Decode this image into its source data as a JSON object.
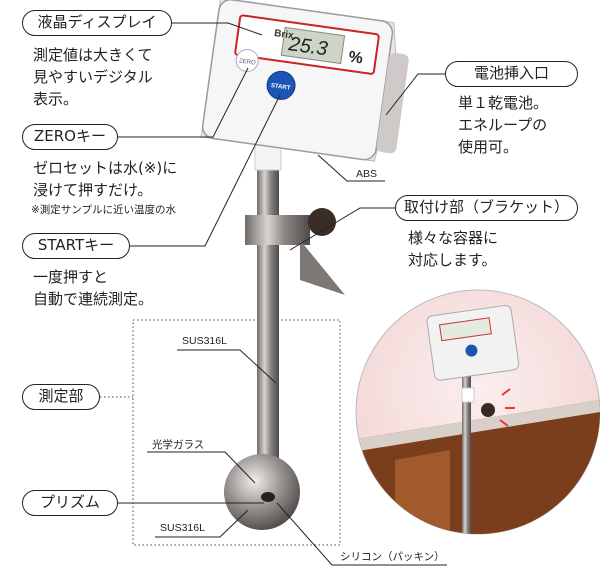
{
  "device": {
    "display_unit_label": "Brix",
    "display_value": "25.3",
    "display_percent": "%",
    "zero_button": "ZERO",
    "start_button": "START"
  },
  "callouts": {
    "lcd": {
      "title": "液晶ディスプレイ",
      "desc": "測定値は大きくて\n見やすいデジタル\n表示。"
    },
    "zero": {
      "title": "ZEROキー",
      "desc": "ゼロセットは水(※)に\n浸けて押すだけ。",
      "note": "※測定サンプルに近い温度の水"
    },
    "start": {
      "title": "STARTキー",
      "desc": "一度押すと\n自動で連続測定。"
    },
    "battery": {
      "title": "電池挿入口",
      "desc": "単１乾電池。\nエネループの\n使用可。"
    },
    "bracket": {
      "title": "取付け部（ブラケット）",
      "desc": "様々な容器に\n対応します。"
    },
    "measure": {
      "title": "測定部"
    },
    "prism": {
      "title": "プリズム"
    }
  },
  "material_tags": {
    "abs": "ABS",
    "rod": "SUS316L",
    "glass": "光学ガラス",
    "body": "SUS316L",
    "seal": "シリコン（パッキン）"
  }
}
